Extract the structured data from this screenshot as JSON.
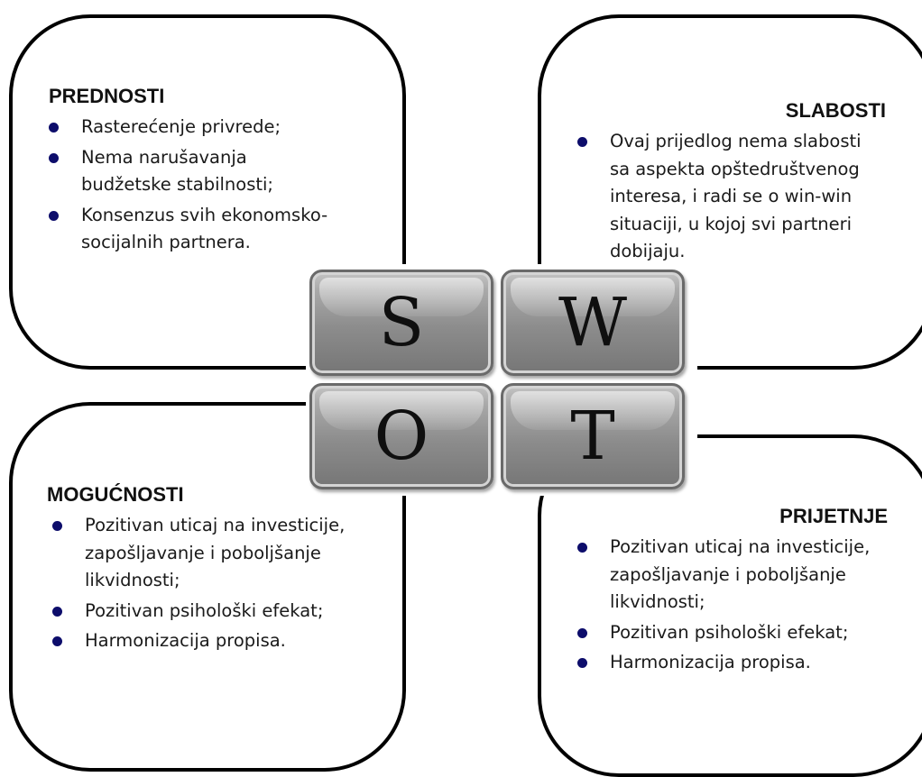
{
  "strengths": {
    "title": "PREDNOSTI",
    "items": [
      "Rasterećenje privrede;",
      "Nema narušavanja budžetske stabilnosti;",
      "Konsenzus svih ekonomsko-socijalnih partnera."
    ]
  },
  "weaknesses": {
    "title": "SLABOSTI",
    "items": [
      "Ovaj prijedlog nema slabosti sa aspekta opštedruštvenog interesa, i radi se o win-win situaciji, u kojoj svi partneri dobijaju."
    ]
  },
  "opportunities": {
    "title": "MOGUĆNOSTI",
    "items": [
      "Pozitivan uticaj na investicije, zapošljavanje i poboljšanje likvidnosti;",
      "Pozitivan psihološki efekat;",
      "Harmonizacija propisa."
    ]
  },
  "threats": {
    "title": "PRIJETNJE",
    "items": [
      "Pozitivan uticaj na investicije, zapošljavanje i poboljšanje likvidnosti;",
      "Pozitivan psihološki efekat;",
      "Harmonizacija propisa."
    ]
  },
  "tiles": {
    "s": "S",
    "w": "W",
    "o": "O",
    "t": "T"
  },
  "colors": {
    "bullet": "#0d0d6b",
    "border": "#000000",
    "tile": "#8c8c8c"
  }
}
